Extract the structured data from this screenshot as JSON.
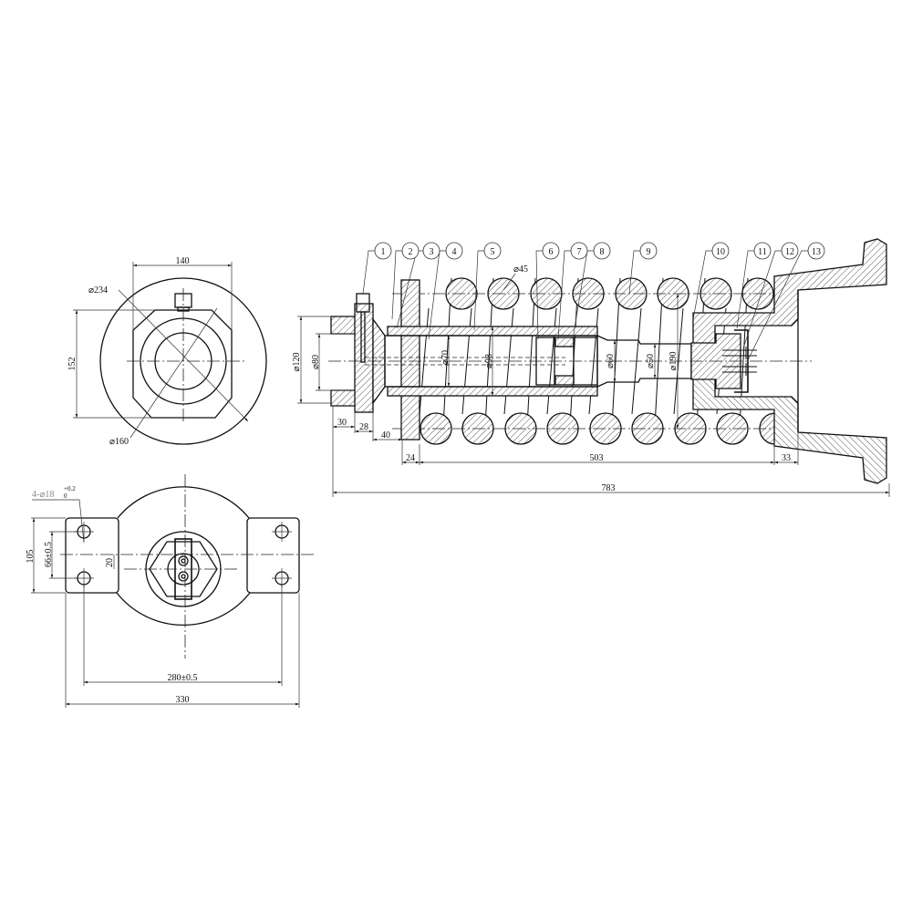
{
  "end_view": {
    "dims": {
      "width": "140",
      "height": "152",
      "outer_dia": "⌀234",
      "inner_dia": "⌀160"
    }
  },
  "base_view": {
    "hole_note": "4-⌀18",
    "hole_tol_upper": "+0.2",
    "hole_tol_lower": "0",
    "dims": {
      "height": "105",
      "hole_spacing_v": "66±0.5",
      "offset": "20",
      "hole_spacing_h": "280±0.5",
      "width": "330"
    }
  },
  "section_view": {
    "callouts": [
      "1",
      "2",
      "3",
      "4",
      "5",
      "6",
      "7",
      "8",
      "9",
      "10",
      "11",
      "12",
      "13"
    ],
    "diameters": {
      "flange": "⌀120",
      "bore_cap": "⌀80",
      "piston_rod": "⌀70",
      "cylinder": "⌀98",
      "spring_wire": "⌀45",
      "rod_step": "⌀60",
      "rod_end": "⌀50",
      "spring_mean": "⌀190"
    },
    "lengths": {
      "flange": "30",
      "cap": "28",
      "gap": "40",
      "plate": "24",
      "spring": "503",
      "housing": "33",
      "overall": "783"
    }
  }
}
